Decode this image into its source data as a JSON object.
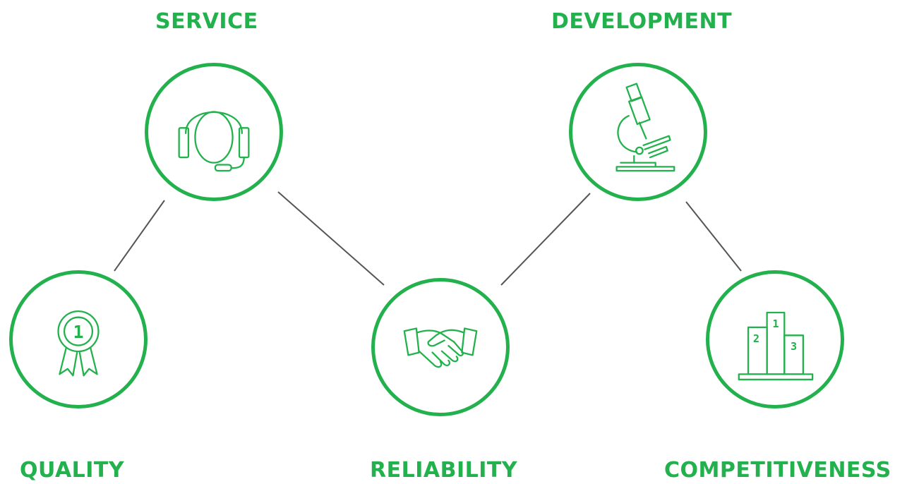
{
  "nodes": [
    {
      "id": "service",
      "label": "SERVICE",
      "icon": "headset-icon"
    },
    {
      "id": "development",
      "label": "DEVELOPMENT",
      "icon": "microscope-icon"
    },
    {
      "id": "quality",
      "label": "QUALITY",
      "icon": "award-ribbon-icon",
      "icon_text": "1"
    },
    {
      "id": "reliability",
      "label": "RELIABILITY",
      "icon": "handshake-icon"
    },
    {
      "id": "competitiveness",
      "label": "COMPETITIVENESS",
      "icon": "podium-icon",
      "icon_text": [
        "1",
        "2",
        "3"
      ]
    }
  ],
  "connections": [
    [
      "service",
      "quality"
    ],
    [
      "service",
      "reliability"
    ],
    [
      "development",
      "reliability"
    ],
    [
      "development",
      "competitiveness"
    ]
  ],
  "colors": {
    "accent": "#22b14c",
    "connector": "#555555",
    "background": "#ffffff"
  }
}
